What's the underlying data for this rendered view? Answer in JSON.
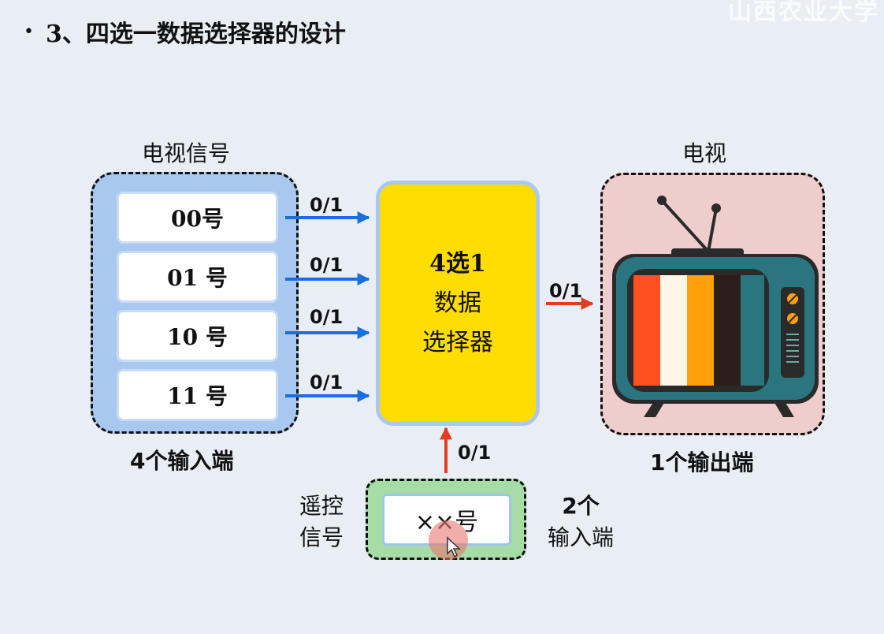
{
  "watermark": "山西农业大学",
  "bullet": "•",
  "title": "3、四选一数据选择器的设计",
  "left_panel": {
    "heading": "电视信号",
    "channels": [
      "00号",
      "01 号",
      "10 号",
      "11 号"
    ],
    "footer": "4个输入端"
  },
  "mux": {
    "line1": "4选1",
    "line2": "数据",
    "line3": "选择器"
  },
  "input_arrows": [
    "0/1",
    "0/1",
    "0/1",
    "0/1"
  ],
  "output_arrow": "0/1",
  "select_arrow": "0/1",
  "tv_panel": {
    "heading": "电视",
    "footer": "1个输出端"
  },
  "remote": {
    "label_line1": "遥控",
    "label_line2": "信号",
    "value": "××号",
    "side_line1": "2个",
    "side_line2": "输入端"
  },
  "colors": {
    "background": "#e9eef5",
    "input_arrow": "#1a6fe0",
    "red_arrow": "#e23b1e",
    "mux_fill": "#ffdd00",
    "left_panel": "#a9c8ef",
    "tv_panel": "#f0cdcd",
    "remote_panel": "#a6dca6"
  },
  "icons": {
    "tv": "television-icon",
    "cursor": "mouse-pointer-icon"
  }
}
